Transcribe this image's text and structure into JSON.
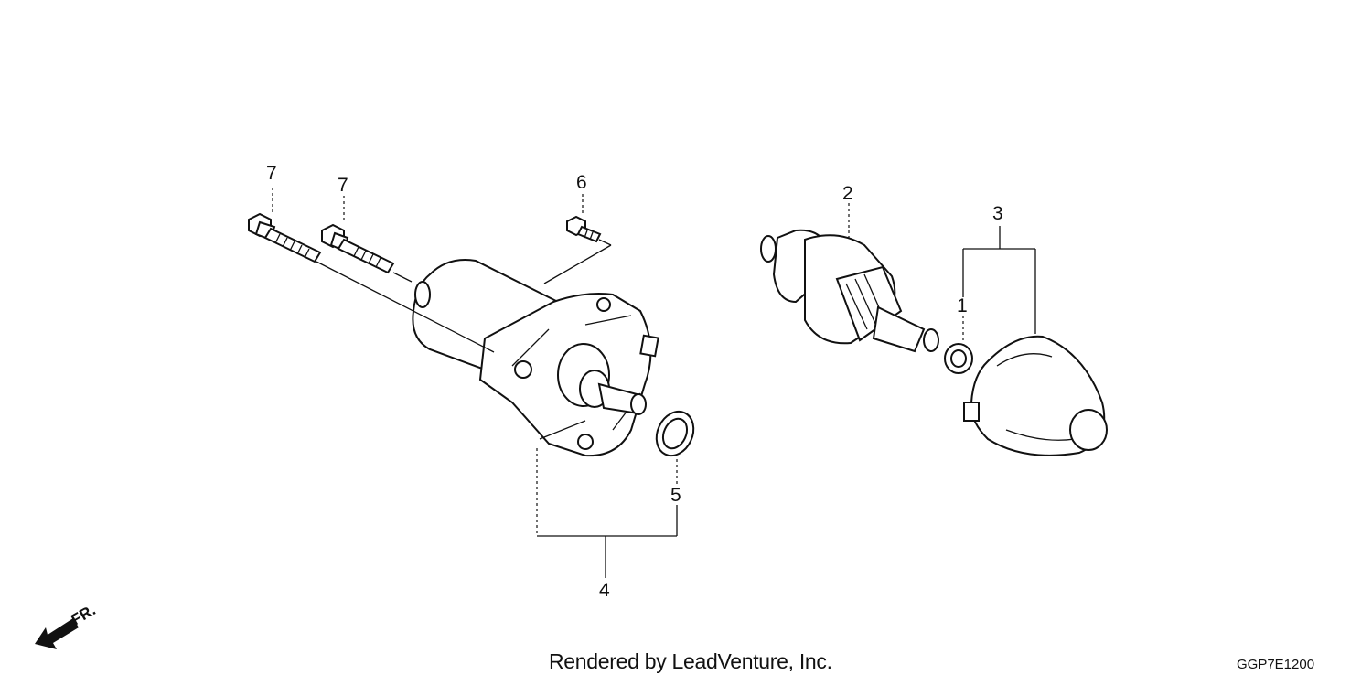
{
  "diagram": {
    "callouts": [
      {
        "id": "1",
        "label": "1"
      },
      {
        "id": "2",
        "label": "2"
      },
      {
        "id": "3",
        "label": "3"
      },
      {
        "id": "4",
        "label": "4"
      },
      {
        "id": "5",
        "label": "5"
      },
      {
        "id": "6",
        "label": "6"
      },
      {
        "id": "7a",
        "label": "7"
      },
      {
        "id": "7b",
        "label": "7"
      }
    ],
    "direction_marker": "FR.",
    "footer_credit": "Rendered by LeadVenture, Inc.",
    "diagram_code": "GGP7E1200"
  },
  "colors": {
    "line": "#111111",
    "background": "#ffffff"
  }
}
